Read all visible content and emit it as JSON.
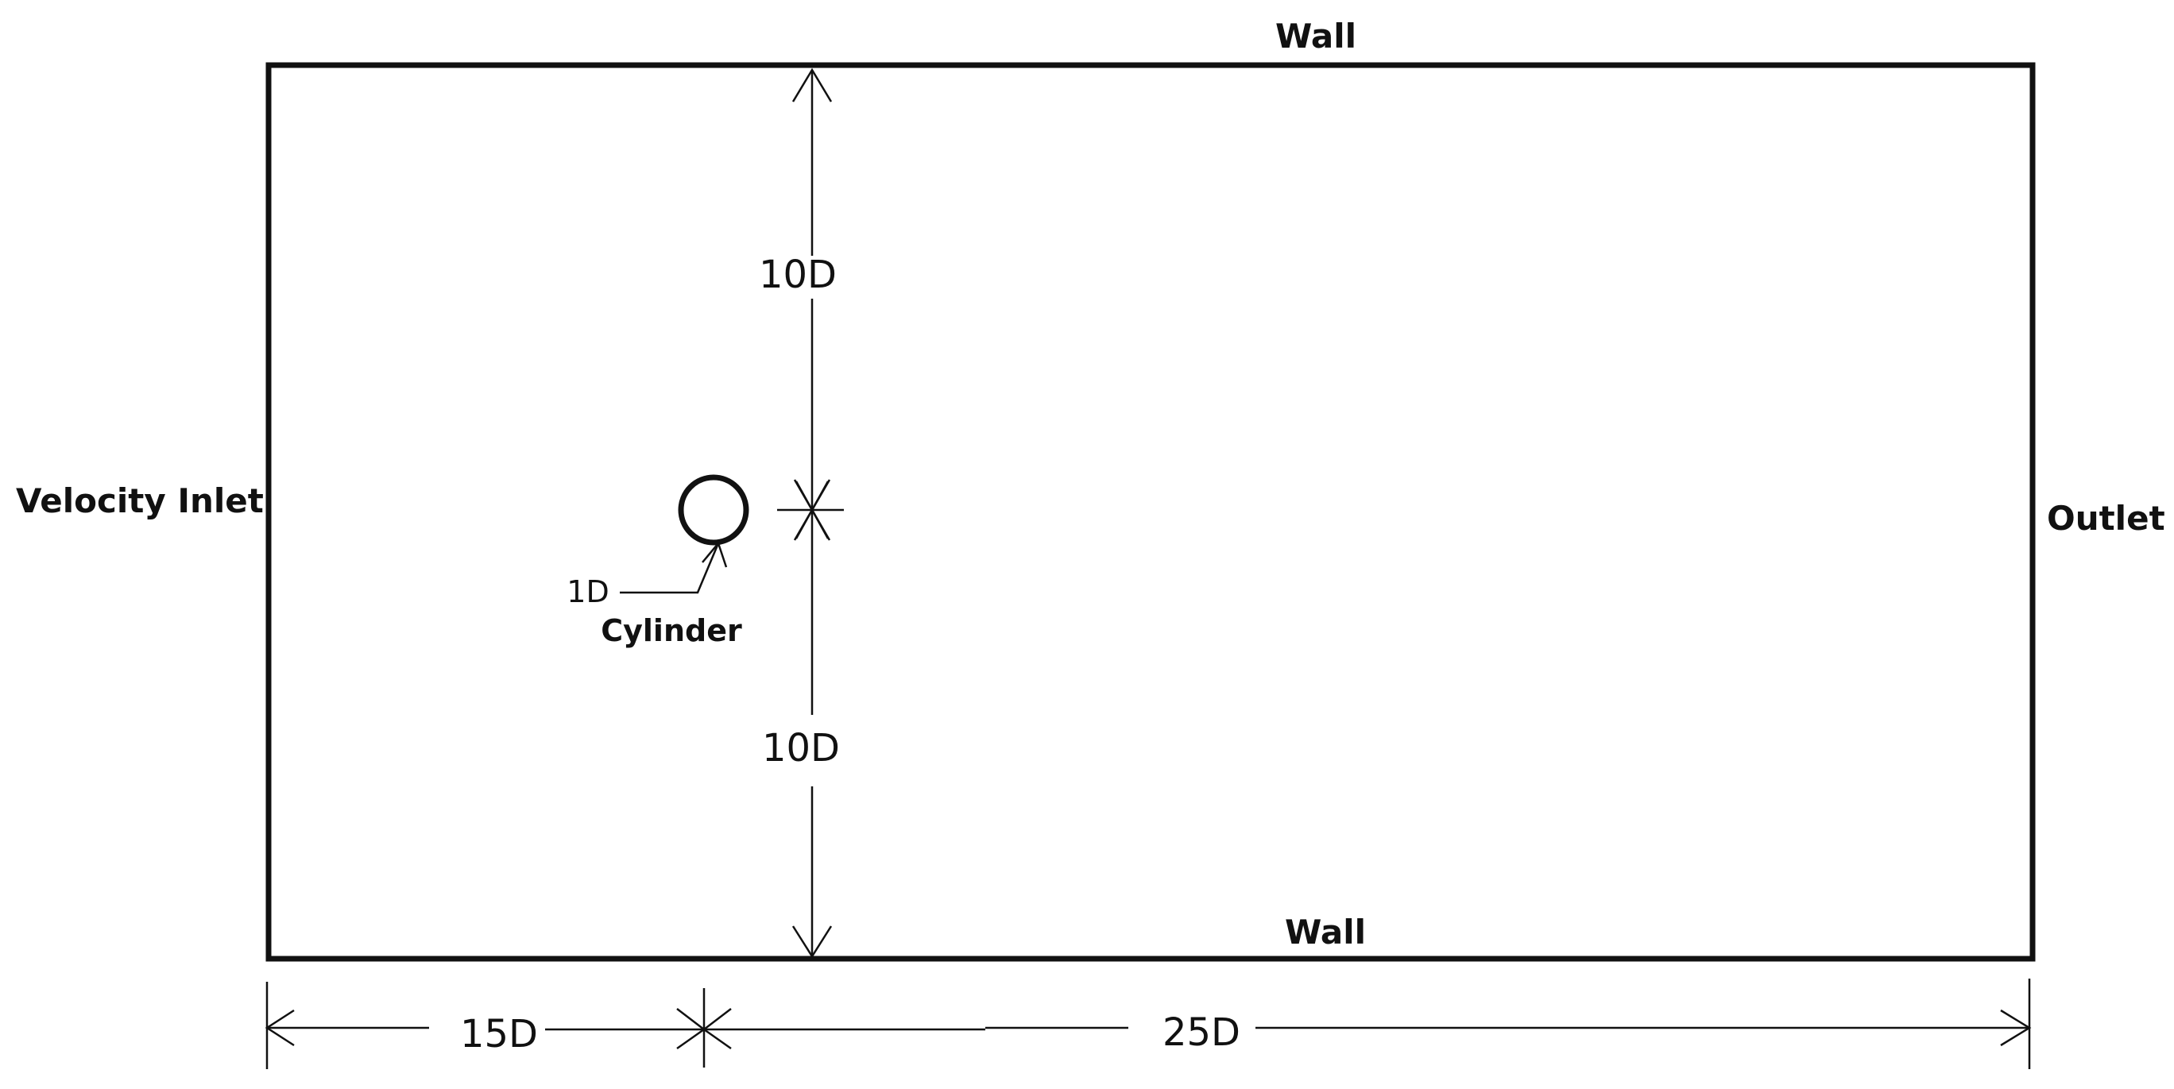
{
  "boundaries": {
    "top": "Wall",
    "bottom": "Wall",
    "left": "Velocity Inlet",
    "right": "Outlet"
  },
  "obstacle": {
    "label": "Cylinder",
    "diameter_label": "1D"
  },
  "dimensions": {
    "upper_height": "10D",
    "lower_height": "10D",
    "upstream_length": "15D",
    "downstream_length": "25D"
  }
}
